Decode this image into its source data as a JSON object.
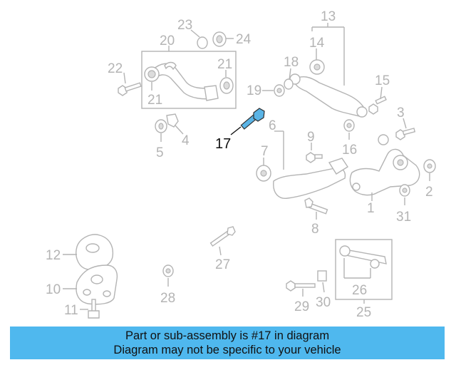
{
  "callouts": {
    "c1": "1",
    "c2": "2",
    "c3": "3",
    "c4": "4",
    "c5": "5",
    "c6": "6",
    "c7": "7",
    "c8": "8",
    "c9": "9",
    "c10": "10",
    "c11": "11",
    "c12": "12",
    "c13": "13",
    "c14": "14",
    "c15": "15",
    "c16": "16",
    "c17": "17",
    "c18": "18",
    "c19": "19",
    "c20": "20",
    "c21a": "21",
    "c21b": "21",
    "c22": "22",
    "c23": "23",
    "c24": "24",
    "c25": "25",
    "c26": "26",
    "c27": "27",
    "c28": "28",
    "c29": "29",
    "c30": "30",
    "c31": "31"
  },
  "highlight": {
    "part_number": "17",
    "color": "#5ab4e6"
  },
  "banner": {
    "line1": "Part or sub-assembly is #17 in diagram",
    "line2": "Diagram may not be specific to your vehicle",
    "background": "#4fb8ee"
  }
}
